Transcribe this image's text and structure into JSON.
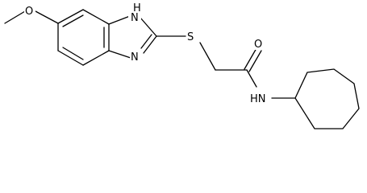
{
  "molecule": {
    "atom_labels": {
      "methoxy_o": "O",
      "ring_nh": "H",
      "ring_nh_n": "N",
      "ring_n": "N",
      "thioether_s": "S",
      "carbonyl_o": "O",
      "amide_nh": "HN"
    }
  },
  "colors": {
    "bond": "#000000",
    "label": "#000000",
    "background": "#ffffff"
  }
}
